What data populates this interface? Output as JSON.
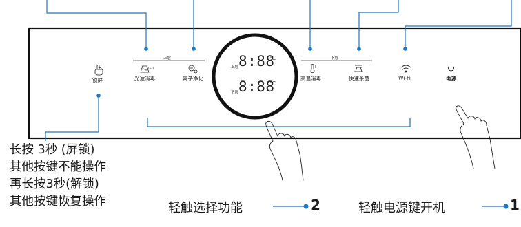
{
  "panel": {
    "lock_key": {
      "label": "锁屏",
      "icon": "lock-hand-icon"
    },
    "upper_zone": {
      "title": "上层",
      "keys": [
        {
          "label": "光波消毒",
          "icon": "light-wave-icon"
        },
        {
          "label": "离子净化",
          "icon": "ion-purify-icon"
        }
      ]
    },
    "lower_zone": {
      "title": "下层",
      "keys": [
        {
          "label": "高温消毒",
          "icon": "thermometer-icon"
        },
        {
          "label": "快速杀菌",
          "icon": "fast-sterilize-icon"
        }
      ]
    },
    "wifi_key": {
      "label": "Wi-Fi",
      "icon": "wifi-icon"
    },
    "power_key": {
      "label": "电源",
      "icon": "power-icon"
    },
    "display": {
      "upper_row": {
        "tag": "上层",
        "value": "8:88",
        "unit": "℃"
      },
      "lower_row": {
        "tag": "下层",
        "value": "8:88",
        "unit": "℃"
      }
    }
  },
  "instructions": {
    "lock_lines": [
      "长按 3秒 (屏锁)",
      "其他按键不能操作",
      "再长按3秒(解锁)",
      "其他按键恢复操作"
    ],
    "step2": {
      "text": "轻触选择功能",
      "number": "2"
    },
    "step1": {
      "text": "轻触电源键开机",
      "number": "1"
    }
  },
  "colors": {
    "accent": "#1b78c2",
    "line": "#1a1a1a"
  }
}
